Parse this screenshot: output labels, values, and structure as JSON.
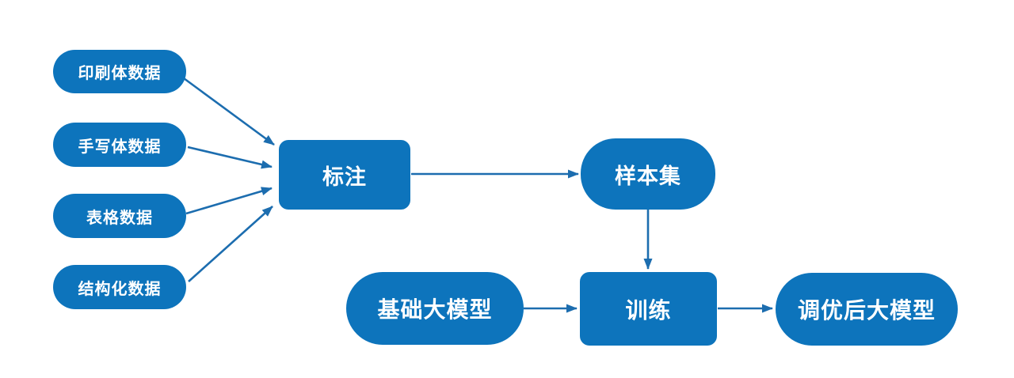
{
  "diagram": {
    "background_color": "#ffffff",
    "node_fill_color": "#0d74bc",
    "arrow_color": "#1c6daf",
    "text_color": "#ffffff",
    "nodes": {
      "printed": {
        "label": "印刷体数据",
        "shape": "pill"
      },
      "handwritten": {
        "label": "手写体数据",
        "shape": "pill"
      },
      "table": {
        "label": "表格数据",
        "shape": "pill"
      },
      "structured": {
        "label": "结构化数据",
        "shape": "pill"
      },
      "annotation": {
        "label": "标注",
        "shape": "rect"
      },
      "sample_set": {
        "label": "样本集",
        "shape": "stadium"
      },
      "base_model": {
        "label": "基础大模型",
        "shape": "stadium"
      },
      "training": {
        "label": "训练",
        "shape": "rect"
      },
      "tuned_model": {
        "label": "调优后大模型",
        "shape": "stadium"
      }
    },
    "edges": [
      {
        "from": "printed",
        "to": "annotation"
      },
      {
        "from": "handwritten",
        "to": "annotation"
      },
      {
        "from": "table",
        "to": "annotation"
      },
      {
        "from": "structured",
        "to": "annotation"
      },
      {
        "from": "annotation",
        "to": "sample_set"
      },
      {
        "from": "sample_set",
        "to": "training"
      },
      {
        "from": "base_model",
        "to": "training"
      },
      {
        "from": "training",
        "to": "tuned_model"
      }
    ]
  }
}
